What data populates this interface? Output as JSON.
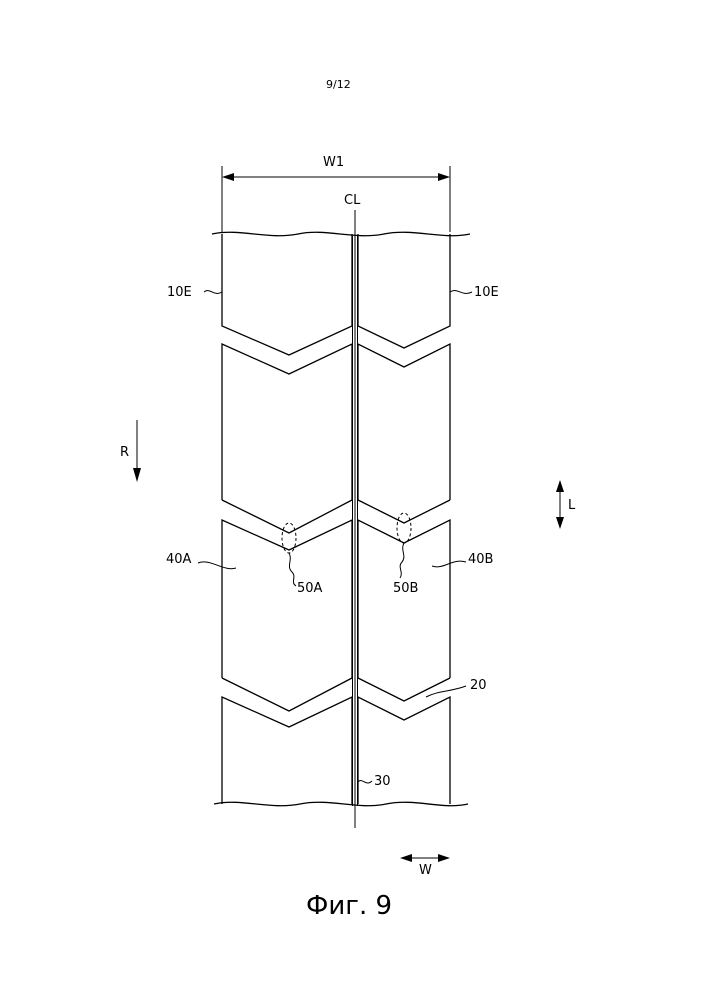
{
  "page_number": "9/12",
  "labels": {
    "width": "W1",
    "centerline": "CL",
    "edge_left": "10E",
    "edge_right": "10E",
    "rotation": "R",
    "longitudinal": "L",
    "block_left": "40A",
    "block_right": "40B",
    "zone_left": "50A",
    "zone_right": "50B",
    "groove": "20",
    "sipe": "30",
    "transverse": "W"
  },
  "caption": "Фиг. 9"
}
